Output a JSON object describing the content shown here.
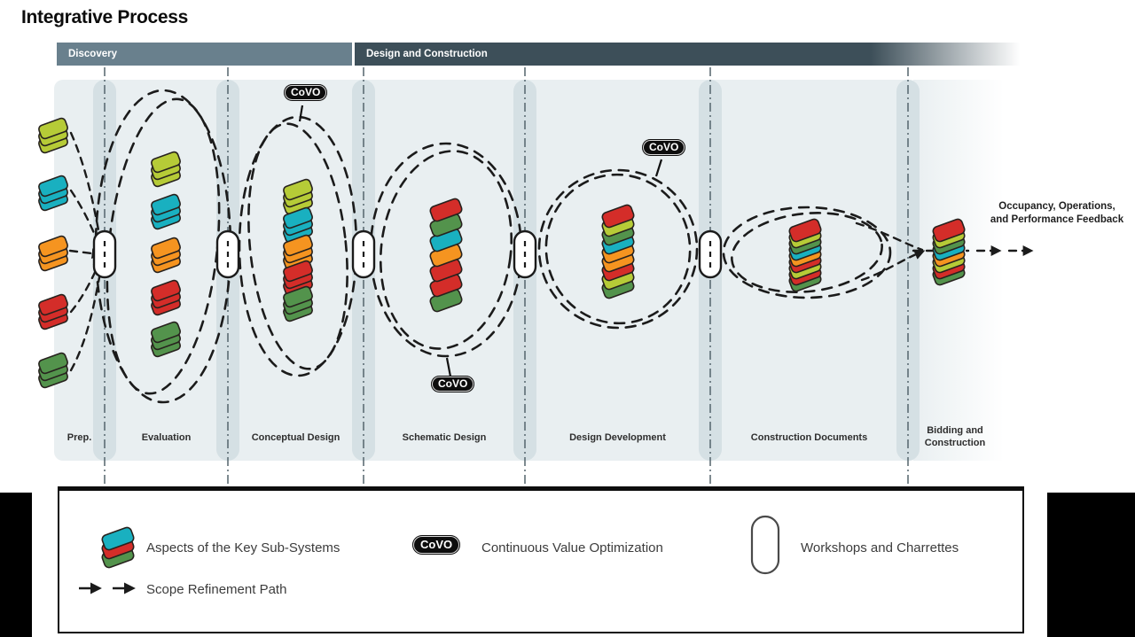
{
  "title": "Integrative Process",
  "header": {
    "phases": [
      {
        "label": "Discovery"
      },
      {
        "label": "Design and Construction"
      }
    ]
  },
  "columns": [
    {
      "label": "Prep."
    },
    {
      "label": "Evaluation"
    },
    {
      "label": "Conceptual Design"
    },
    {
      "label": "Schematic Design"
    },
    {
      "label": "Design Development"
    },
    {
      "label": "Construction Documents"
    },
    {
      "label": "Bidding and Construction"
    }
  ],
  "covo": {
    "label": "CoVO"
  },
  "feedback": {
    "line1": "Occupancy, Operations,",
    "line2": "and Performance Feedback"
  },
  "legend": {
    "items": [
      {
        "name": "subsystems",
        "label": "Aspects of the Key Sub-Systems"
      },
      {
        "name": "scope-path",
        "label": "Scope Refinement Path"
      },
      {
        "name": "covo",
        "label": "Continuous Value Optimization"
      },
      {
        "name": "workshops",
        "label": "Workshops and Charrettes"
      }
    ]
  },
  "subsystem_colors": {
    "lime": "#b6cb37",
    "cyan": "#19b0c0",
    "orange": "#f59420",
    "red": "#d42d29",
    "green": "#53934c"
  },
  "ui_colors": {
    "discovery_bar": "#69808d",
    "design_bar": "#3d4f59",
    "panel": "#e9eff1",
    "panel_strip": "#d5e0e4",
    "ink": "#1b1b1b"
  },
  "diagram": {
    "input_stacks": [
      "lime",
      "cyan",
      "orange",
      "red",
      "green"
    ],
    "evaluation_stacks": [
      "lime",
      "cyan",
      "orange",
      "red",
      "green"
    ],
    "conceptual_stacks": [
      "lime",
      "cyan",
      "orange",
      "red",
      "green"
    ],
    "schematic_stack": [
      "red",
      "green",
      "cyan",
      "orange",
      "red",
      "red",
      "green"
    ],
    "design_development_stack": [
      "red",
      "lime",
      "green",
      "cyan",
      "orange",
      "orange",
      "red",
      "lime",
      "green"
    ],
    "construction_documents_stack": [
      "red",
      "lime",
      "green",
      "cyan",
      "orange",
      "red",
      "lime",
      "red",
      "green"
    ],
    "bidding_stack": [
      "red",
      "lime",
      "green",
      "cyan",
      "orange",
      "lime",
      "red",
      "green"
    ],
    "legend_stack": [
      "cyan",
      "red",
      "green"
    ]
  }
}
